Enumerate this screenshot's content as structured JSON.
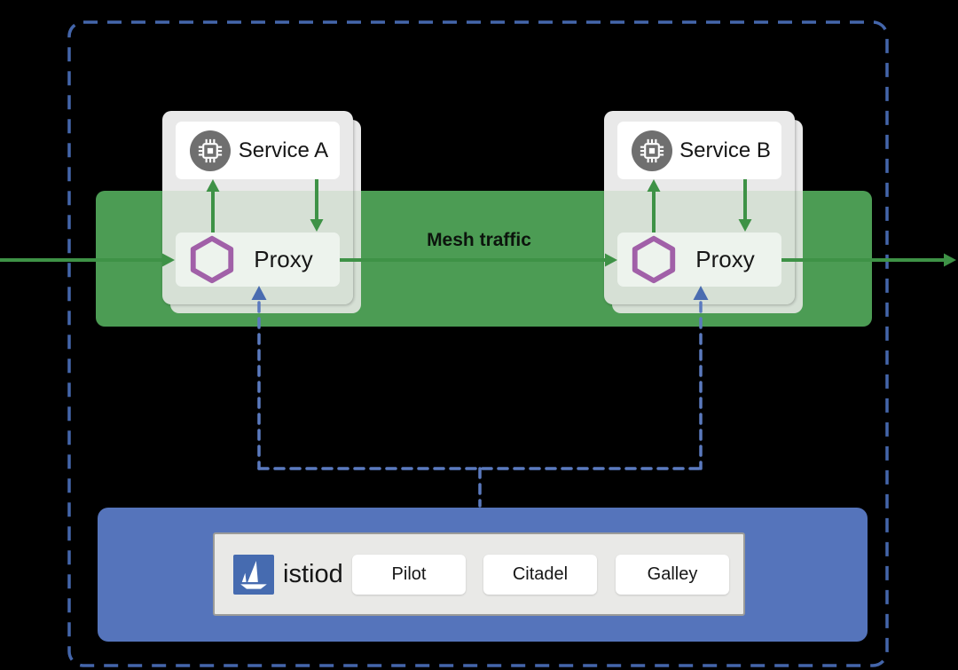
{
  "diagram": {
    "mesh": {
      "label": "Mesh traffic",
      "band_color": "#4c9c54",
      "traffic_arrow_color": "#3e9246",
      "boundary_style": "dashed",
      "boundary_color": "#4466ab"
    },
    "pods": [
      {
        "service": {
          "label": "Service A",
          "icon": "chip-icon"
        },
        "proxy": {
          "label": "Proxy",
          "icon": "hexagon-icon",
          "hexagon_color": "#a160a8"
        }
      },
      {
        "service": {
          "label": "Service B",
          "icon": "chip-icon"
        },
        "proxy": {
          "label": "Proxy",
          "icon": "hexagon-icon",
          "hexagon_color": "#a160a8"
        }
      }
    ],
    "control_plane": {
      "label": "istiod",
      "logo_icon": "istio-sail-icon",
      "box_color": "#5574bb",
      "logo_color": "#466bb0",
      "link_color": "#5b7abf",
      "components": [
        {
          "label": "Pilot"
        },
        {
          "label": "Citadel"
        },
        {
          "label": "Galley"
        }
      ]
    }
  }
}
